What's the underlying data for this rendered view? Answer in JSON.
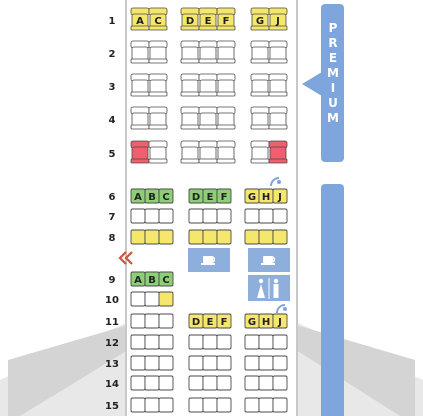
{
  "cabin_sections": {
    "premium_label": "PREMIUM",
    "colors": {
      "band": "#7ea6dc",
      "yellow": "#f5e76b",
      "green": "#8fce78",
      "red": "#ef5f6d",
      "empty": "#ffffff",
      "outline": "#4a4a4a",
      "fuselage": "#dcdcdc",
      "text": "#222222"
    }
  },
  "premium_rows": [
    {
      "row": "1",
      "seats": [
        {
          "letter": "A",
          "status": "yellow"
        },
        {
          "letter": "C",
          "status": "yellow"
        },
        {
          "letter": "D",
          "status": "yellow"
        },
        {
          "letter": "E",
          "status": "yellow"
        },
        {
          "letter": "F",
          "status": "yellow"
        },
        {
          "letter": "G",
          "status": "yellow"
        },
        {
          "letter": "J",
          "status": "yellow"
        }
      ]
    },
    {
      "row": "2",
      "seats": [
        {
          "letter": "",
          "status": "empty"
        },
        {
          "letter": "",
          "status": "empty"
        },
        {
          "letter": "",
          "status": "empty"
        },
        {
          "letter": "",
          "status": "empty"
        },
        {
          "letter": "",
          "status": "empty"
        },
        {
          "letter": "",
          "status": "empty"
        },
        {
          "letter": "",
          "status": "empty"
        }
      ]
    },
    {
      "row": "3",
      "seats": [
        {
          "letter": "",
          "status": "empty"
        },
        {
          "letter": "",
          "status": "empty"
        },
        {
          "letter": "",
          "status": "empty"
        },
        {
          "letter": "",
          "status": "empty"
        },
        {
          "letter": "",
          "status": "empty"
        },
        {
          "letter": "",
          "status": "empty"
        },
        {
          "letter": "",
          "status": "empty"
        }
      ]
    },
    {
      "row": "4",
      "seats": [
        {
          "letter": "",
          "status": "empty"
        },
        {
          "letter": "",
          "status": "empty"
        },
        {
          "letter": "",
          "status": "empty"
        },
        {
          "letter": "",
          "status": "empty"
        },
        {
          "letter": "",
          "status": "empty"
        },
        {
          "letter": "",
          "status": "empty"
        },
        {
          "letter": "",
          "status": "empty"
        }
      ]
    },
    {
      "row": "5",
      "seats": [
        {
          "letter": "",
          "status": "red"
        },
        {
          "letter": "",
          "status": "empty"
        },
        {
          "letter": "",
          "status": "empty"
        },
        {
          "letter": "",
          "status": "empty"
        },
        {
          "letter": "",
          "status": "empty"
        },
        {
          "letter": "",
          "status": "empty"
        },
        {
          "letter": "",
          "status": "red"
        }
      ]
    }
  ],
  "economy_rows": [
    {
      "row": "6",
      "seats": [
        {
          "letter": "A",
          "status": "green"
        },
        {
          "letter": "B",
          "status": "green"
        },
        {
          "letter": "C",
          "status": "green"
        },
        {
          "letter": "D",
          "status": "green"
        },
        {
          "letter": "E",
          "status": "green"
        },
        {
          "letter": "F",
          "status": "green"
        },
        {
          "letter": "G",
          "status": "yellow"
        },
        {
          "letter": "H",
          "status": "yellow"
        },
        {
          "letter": "J",
          "status": "yellow"
        }
      ]
    },
    {
      "row": "7",
      "seats": [
        {
          "letter": "",
          "status": "empty"
        },
        {
          "letter": "",
          "status": "empty"
        },
        {
          "letter": "",
          "status": "empty"
        },
        {
          "letter": "",
          "status": "empty"
        },
        {
          "letter": "",
          "status": "empty"
        },
        {
          "letter": "",
          "status": "empty"
        },
        {
          "letter": "",
          "status": "empty"
        },
        {
          "letter": "",
          "status": "empty"
        },
        {
          "letter": "",
          "status": "empty"
        }
      ]
    },
    {
      "row": "8",
      "seats": [
        {
          "letter": "",
          "status": "yellow"
        },
        {
          "letter": "",
          "status": "yellow"
        },
        {
          "letter": "",
          "status": "yellow"
        },
        {
          "letter": "",
          "status": "yellow"
        },
        {
          "letter": "",
          "status": "yellow"
        },
        {
          "letter": "",
          "status": "yellow"
        },
        {
          "letter": "",
          "status": "yellow"
        },
        {
          "letter": "",
          "status": "yellow"
        },
        {
          "letter": "",
          "status": "yellow"
        }
      ]
    },
    {
      "row": "9",
      "seats": [
        {
          "letter": "A",
          "status": "green"
        },
        {
          "letter": "B",
          "status": "green"
        },
        {
          "letter": "C",
          "status": "green"
        },
        null,
        null,
        null,
        null,
        null,
        null
      ]
    },
    {
      "row": "10",
      "seats": [
        {
          "letter": "",
          "status": "empty"
        },
        {
          "letter": "",
          "status": "empty"
        },
        {
          "letter": "",
          "status": "yellow"
        },
        null,
        null,
        null,
        null,
        null,
        null
      ]
    },
    {
      "row": "11",
      "seats": [
        {
          "letter": "",
          "status": "empty"
        },
        {
          "letter": "",
          "status": "empty"
        },
        {
          "letter": "",
          "status": "empty"
        },
        {
          "letter": "D",
          "status": "yellow"
        },
        {
          "letter": "E",
          "status": "yellow"
        },
        {
          "letter": "F",
          "status": "yellow"
        },
        {
          "letter": "G",
          "status": "yellow"
        },
        {
          "letter": "H",
          "status": "yellow"
        },
        {
          "letter": "J",
          "status": "yellow"
        }
      ]
    },
    {
      "row": "12",
      "seats": [
        {
          "letter": "",
          "status": "empty"
        },
        {
          "letter": "",
          "status": "empty"
        },
        {
          "letter": "",
          "status": "empty"
        },
        {
          "letter": "",
          "status": "empty"
        },
        {
          "letter": "",
          "status": "empty"
        },
        {
          "letter": "",
          "status": "empty"
        },
        {
          "letter": "",
          "status": "empty"
        },
        {
          "letter": "",
          "status": "empty"
        },
        {
          "letter": "",
          "status": "empty"
        }
      ]
    },
    {
      "row": "13",
      "seats": [
        {
          "letter": "",
          "status": "empty"
        },
        {
          "letter": "",
          "status": "empty"
        },
        {
          "letter": "",
          "status": "empty"
        },
        {
          "letter": "",
          "status": "empty"
        },
        {
          "letter": "",
          "status": "empty"
        },
        {
          "letter": "",
          "status": "empty"
        },
        {
          "letter": "",
          "status": "empty"
        },
        {
          "letter": "",
          "status": "empty"
        },
        {
          "letter": "",
          "status": "empty"
        }
      ]
    },
    {
      "row": "14",
      "seats": [
        {
          "letter": "",
          "status": "empty"
        },
        {
          "letter": "",
          "status": "empty"
        },
        {
          "letter": "",
          "status": "empty"
        },
        {
          "letter": "",
          "status": "empty"
        },
        {
          "letter": "",
          "status": "empty"
        },
        {
          "letter": "",
          "status": "empty"
        },
        {
          "letter": "",
          "status": "empty"
        },
        {
          "letter": "",
          "status": "empty"
        },
        {
          "letter": "",
          "status": "empty"
        }
      ]
    },
    {
      "row": "15",
      "seats": [
        {
          "letter": "",
          "status": "empty"
        },
        {
          "letter": "",
          "status": "empty"
        },
        {
          "letter": "",
          "status": "empty"
        },
        {
          "letter": "",
          "status": "empty"
        },
        {
          "letter": "",
          "status": "empty"
        },
        {
          "letter": "",
          "status": "empty"
        },
        {
          "letter": "",
          "status": "empty"
        },
        {
          "letter": "",
          "status": "empty"
        },
        {
          "letter": "",
          "status": "empty"
        }
      ]
    }
  ],
  "facilities": [
    {
      "name": "galley-1",
      "icon": "coffee-cup-icon"
    },
    {
      "name": "galley-2",
      "icon": "coffee-cup-icon"
    },
    {
      "name": "lavatory",
      "icon": "lavatory-icon"
    },
    {
      "name": "exit-left",
      "icon": "exit-chevron-icon"
    },
    {
      "name": "wheelchair-1",
      "icon": "wheelchair-icon"
    },
    {
      "name": "wheelchair-2",
      "icon": "wheelchair-icon"
    }
  ]
}
